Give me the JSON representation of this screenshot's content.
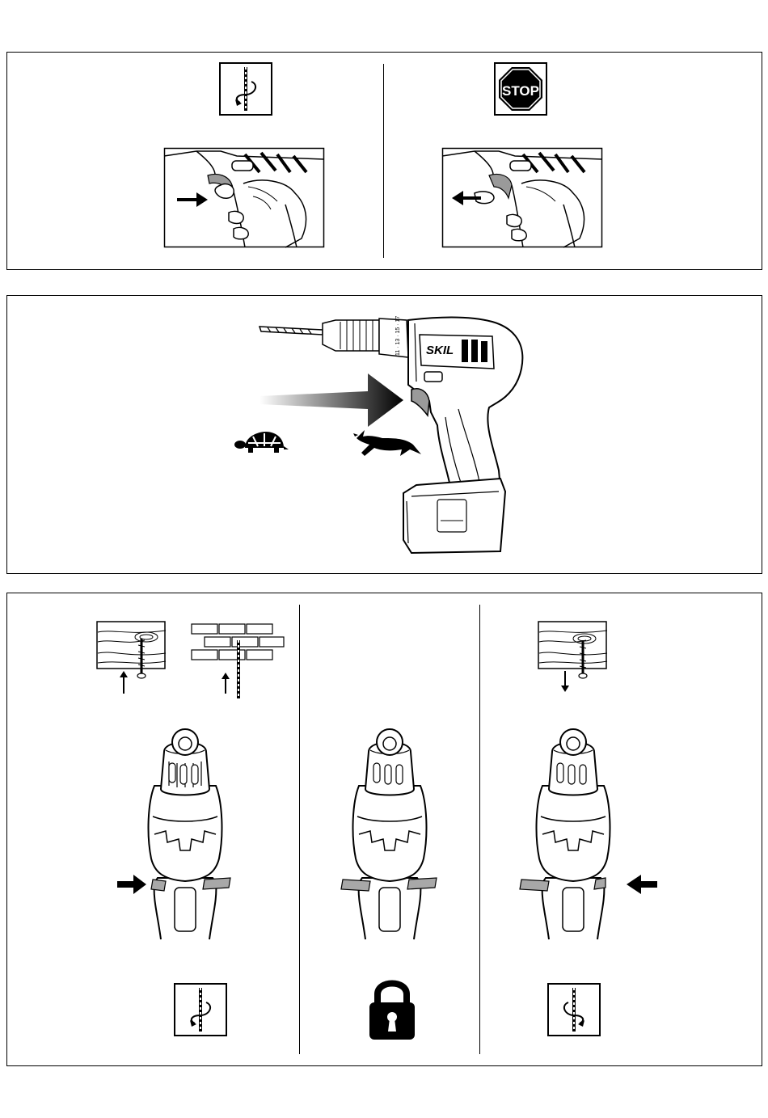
{
  "icons": {
    "rotation_icon_cw": "drill-bit-clockwise-rotation",
    "stop_sign": "stop-sign",
    "rotation_icon_ccw": "drill-bit-counterclockwise-rotation",
    "lock": "padlock",
    "slow": "turtle",
    "fast": "hare"
  },
  "panel1": {
    "stop_text": "STOP"
  },
  "panel2": {
    "brand": "SKIL",
    "torque_scale": "11 · 13 · 15 · 17"
  },
  "colors": {
    "trigger_gray": "#9a9a9a",
    "switch_gray": "#a8a8a8",
    "stop_red_shown_as": "#000000"
  }
}
